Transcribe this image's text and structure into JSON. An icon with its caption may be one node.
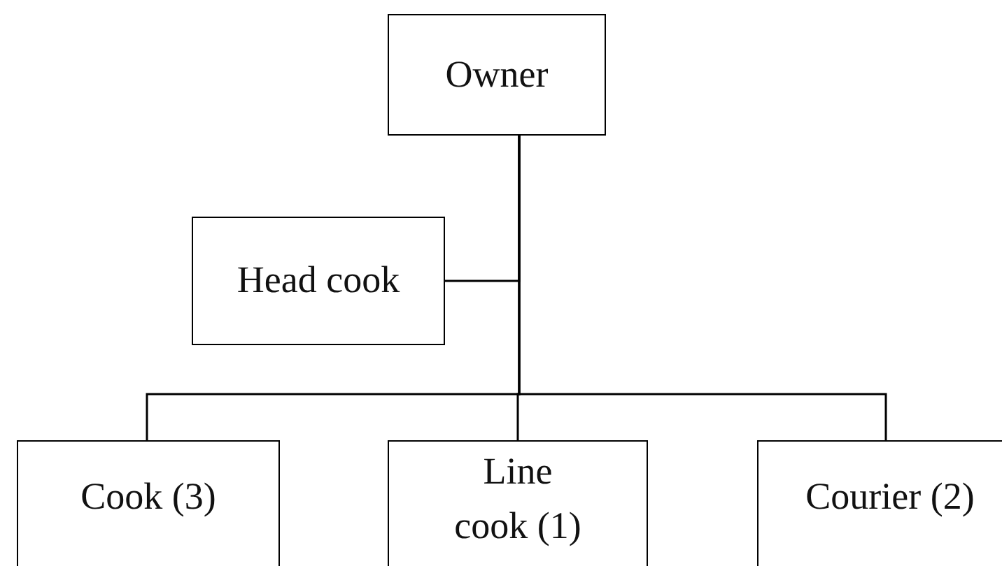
{
  "diagram": {
    "nodes": [
      {
        "text": [
          "Owner"
        ]
      },
      {
        "text": [
          "Head cook"
        ]
      },
      {
        "text": [
          "Cook (3)"
        ]
      },
      {
        "text": [
          "Line cook (1)"
        ]
      },
      {
        "text": [
          "Courier (2)"
        ]
      }
    ],
    "edges": [
      {
        "from": 0,
        "to": 1,
        "arrow": "none"
      },
      {
        "from": 0,
        "to": 2,
        "arrow": "none"
      },
      {
        "from": 0,
        "to": 3,
        "arrow": "none"
      },
      {
        "from": 0,
        "to": 4,
        "arrow": "none"
      }
    ]
  }
}
